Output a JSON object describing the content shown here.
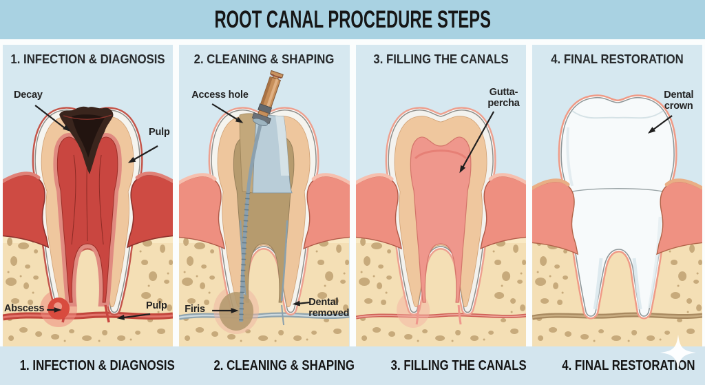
{
  "title": "ROOT CANAL PROCEDURE STEPS",
  "panels": [
    {
      "header": "1. INFECTION & DIAGNOSIS",
      "caption": "1. INFECTION & DIAGNOSIS",
      "labels": {
        "decay": "Decay",
        "pulp_top": "Pulp",
        "abscess": "Abscess",
        "pulp_bottom": "Pulp"
      }
    },
    {
      "header": "2. CLEANING & SHAPING",
      "caption": "2. CLEANING & SHAPING",
      "labels": {
        "access_hole": "Access hole",
        "files": "Firis",
        "removed_line1": "Dental",
        "removed_line2": "removed"
      }
    },
    {
      "header": "3. FILLING THE CANALS",
      "caption": "3. FILLING THE CANALS",
      "labels": {
        "gutta_line1": "Gutta-",
        "gutta_line2": "percha"
      }
    },
    {
      "header": "4. FINAL RESTORATION",
      "caption": "4. FINAL RESTORATION",
      "labels": {
        "crown_line1": "Dental",
        "crown_line2": "crown"
      }
    }
  ],
  "colors": {
    "banner_bg": "#a9d2e2",
    "panel_sky": "#d6e8f0",
    "caption_strip": "#d3e5ee",
    "bone": "#f4dfb5",
    "gum_inflamed": "#ce4b43",
    "gum_healthy": "#ee8f80",
    "decay": "#3a251d",
    "pulp_infected": "#c94640",
    "gutta_percha": "#ef978c",
    "title_color": "#161616"
  }
}
